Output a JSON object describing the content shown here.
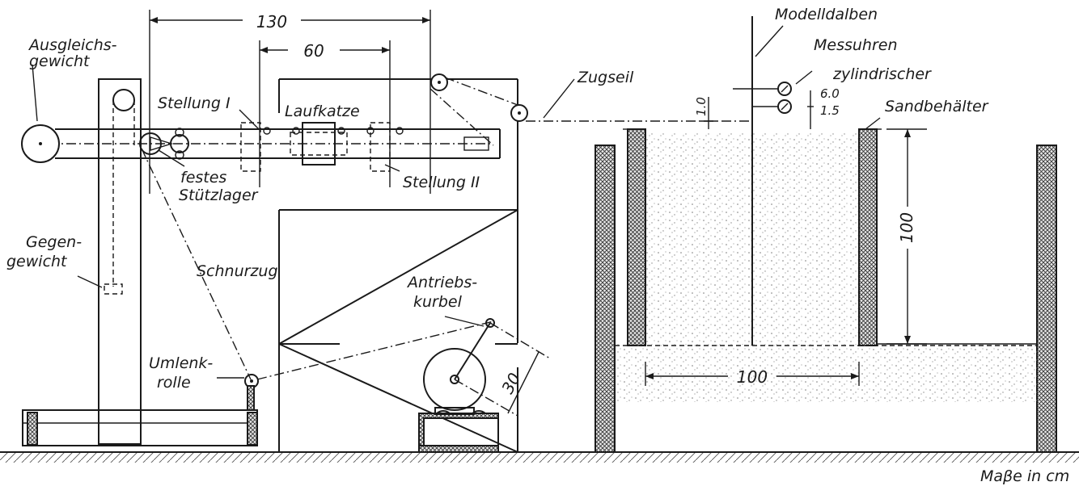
{
  "labels": {
    "ausgleichsgewicht_1": "Ausgleichs-",
    "ausgleichsgewicht_2": "gewicht",
    "gegengewicht_1": "Gegen-",
    "gegengewicht_2": "gewicht",
    "stellung_1": "Stellung I",
    "stellung_2": "Stellung II",
    "laufkatze": "Laufkatze",
    "festes_1": "festes",
    "festes_2": "Stützlager",
    "schnurzug": "Schnurzug",
    "umlenkrolle_1": "Umlenk-",
    "umlenkrolle_2": "rolle",
    "antriebskurbel_1": "Antriebs-",
    "antriebskurbel_2": "kurbel",
    "zugseil": "Zugseil",
    "modelldalben": "Modelldalben",
    "messuhren": "Messuhren",
    "zylindrischer": "zylindrischer",
    "sandbehaelter": "Sandbehälter",
    "masse": "Maβe in cm"
  },
  "dimensions": {
    "top_span": "130",
    "inner_span": "60",
    "pile_offset": "1.0",
    "gauge_upper": "6.0",
    "gauge_lower": "1.5",
    "sand_depth": "100",
    "container_width": "100",
    "crank_radius": "30"
  }
}
